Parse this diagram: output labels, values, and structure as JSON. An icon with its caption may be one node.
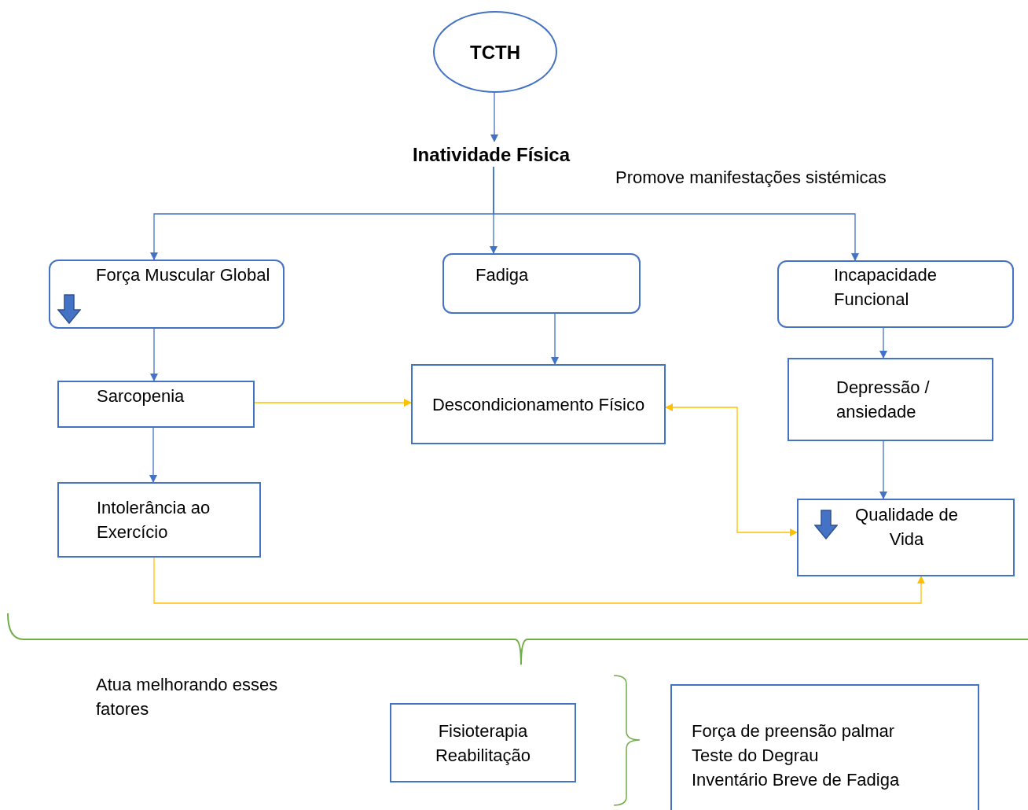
{
  "diagram": {
    "nodes": [
      {
        "text": [
          "TCTH"
        ]
      },
      {
        "text": [
          "Inatividade Física"
        ]
      },
      {
        "text": [
          "Força Muscular Global"
        ]
      },
      {
        "text": [
          "Fadiga"
        ]
      },
      {
        "text": [
          "Incapacidade Funcional"
        ]
      },
      {
        "text": [
          "Sarcopenia"
        ]
      },
      {
        "text": [
          "Descondicionamento Físico"
        ]
      },
      {
        "text": [
          "Depressão / ansiedade"
        ]
      },
      {
        "text": [
          "Intolerância ao Exercício"
        ]
      },
      {
        "text": [
          "Qualidade de Vida"
        ]
      },
      {
        "text": [
          "Fisioterapia Reabilitação"
        ]
      },
      {
        "text": [
          "Força de preensão palmar",
          "Teste do Degrau",
          "Inventário Breve de Fadiga"
        ]
      }
    ],
    "edges": [
      {
        "from": 0,
        "to": 1,
        "arrow": "to"
      },
      {
        "from": 1,
        "to": 2,
        "arrow": "to"
      },
      {
        "from": 1,
        "to": 3,
        "arrow": "to"
      },
      {
        "from": 1,
        "to": 4,
        "arrow": "to"
      },
      {
        "from": 2,
        "to": 5,
        "arrow": "to"
      },
      {
        "from": 3,
        "to": 6,
        "arrow": "to"
      },
      {
        "from": 4,
        "to": 7,
        "arrow": "to"
      },
      {
        "from": 5,
        "to": 8,
        "arrow": "to"
      },
      {
        "from": 7,
        "to": 9,
        "arrow": "to"
      },
      {
        "from": 5,
        "to": 6,
        "arrow": "to",
        "color": "#ffc000"
      },
      {
        "from": 6,
        "to": 9,
        "arrow": "both",
        "color": "#ffc000"
      },
      {
        "from": 8,
        "to": 9,
        "arrow": "to",
        "color": "#ffc000"
      }
    ],
    "labels": [
      "Promove manifestações sistémicas",
      "Atua melhorando esses fatores"
    ]
  }
}
